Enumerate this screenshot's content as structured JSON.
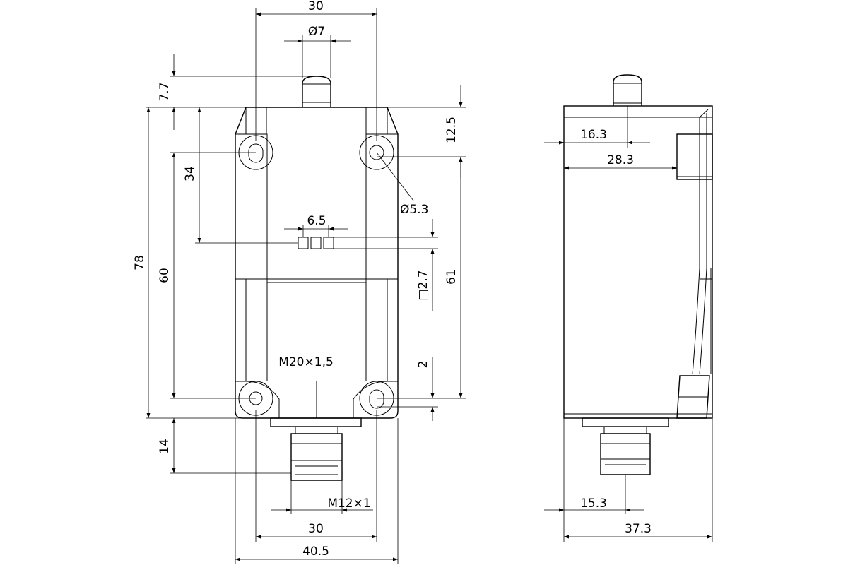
{
  "colors": {
    "line": "#000000",
    "background": "#ffffff"
  },
  "front_view": {
    "dim_top_width": "30",
    "dim_plunger_dia": "Ø7",
    "dim_plunger_height": "7.7",
    "dim_total_height": "78",
    "dim_hole_span_left": "34",
    "dim_mount_height": "60",
    "dim_hole_offset": "12.5",
    "dim_hole_dia": "Ø5.3",
    "dim_led_pitch": "6.5",
    "dim_led_square": "□2.7",
    "dim_hole_span_right": "61",
    "dim_bottom_offset": "2",
    "thread_body": "M20×1,5",
    "dim_connector_height": "14",
    "thread_connector": "M12×1",
    "dim_hole_pitch_bottom": "30",
    "dim_overall_width": "40.5"
  },
  "side_view": {
    "dim_plunger_offset": "16.3",
    "dim_cap_offset": "28.3",
    "dim_connector_offset": "15.3",
    "dim_overall_depth": "37.3"
  }
}
